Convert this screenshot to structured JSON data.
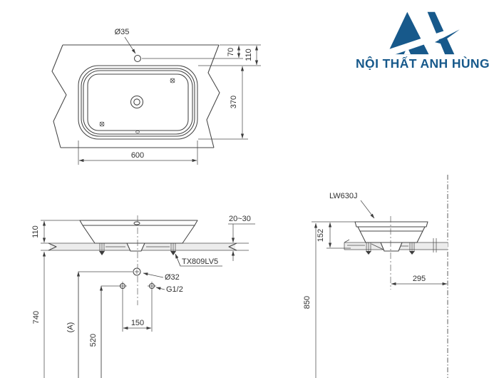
{
  "logo": {
    "name": "NỘI THẤT ANH HÙNG",
    "accent_color": "#17598b",
    "monogram": "AH"
  },
  "drawing": {
    "top_view": {
      "faucet_hole_dia": "Ø35",
      "faucet_offset": "70",
      "rim_offset": "110",
      "basin_depth": "370",
      "basin_width": "600"
    },
    "front_view": {
      "rim_above_counter": "110",
      "counter_height": "740",
      "drain_height_label": "(A)",
      "supply_height": "520",
      "supply_spacing": "150",
      "drain_dia": "Ø32",
      "supply_thread": "G1/2",
      "mounting_part": "TX809LV5",
      "counter_thickness": "20~30"
    },
    "side_view": {
      "model": "LW630J",
      "basin_height": "152",
      "drain_to_wall": "295",
      "rim_floor_height": "850"
    }
  }
}
